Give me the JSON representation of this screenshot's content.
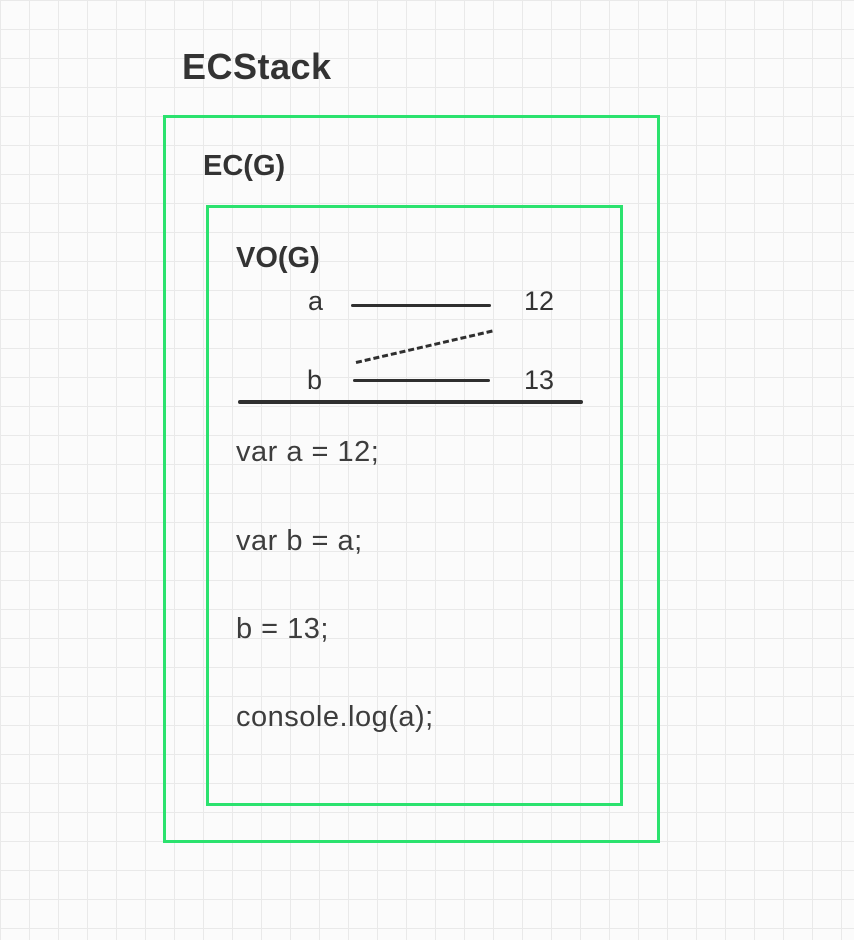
{
  "colors": {
    "accent_green": "#2be26e",
    "text_dark": "#333333",
    "line_dark": "#2f2f2f"
  },
  "title": "ECStack",
  "ec_frame": {
    "label": "EC(G)"
  },
  "vo_frame": {
    "label": "VO(G)",
    "bindings": [
      {
        "name": "a",
        "value": "12"
      },
      {
        "name": "b",
        "value": "13"
      }
    ]
  },
  "code_lines": [
    "var a = 12;",
    "var b = a;",
    "b = 13;",
    "console.log(a);"
  ]
}
